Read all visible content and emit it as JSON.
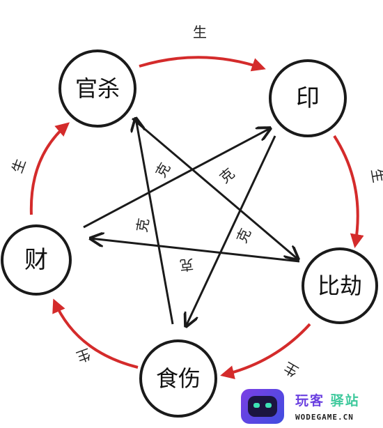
{
  "nodes": {
    "guansha": "官杀",
    "yin": "印",
    "bijie": "比劫",
    "shishang": "食伤",
    "cai": "财"
  },
  "labels": {
    "sheng": "生",
    "ke": "克"
  },
  "colors": {
    "generate_arrow": "#d42b2b",
    "control_arrow": "#1a1a1a"
  },
  "watermark": {
    "title_part1": "玩客",
    "title_part2": "驿站",
    "url": "WODEGAME.CN"
  }
}
